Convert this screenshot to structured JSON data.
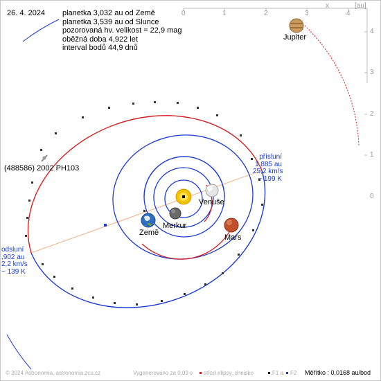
{
  "date": "26. 4. 2024",
  "info_lines": [
    "planetka 3,032 au od Země",
    "planetka 3,539 au od Slunce",
    "pozorovaná hv. velikost = 22,9 mag",
    "oběžná doba 4,922 let",
    "interval bodů 44,9 dnů"
  ],
  "asteroid_name": "(488586) 2002 PH103",
  "planets": {
    "venus": "Venuše",
    "mercury": "Merkur",
    "earth": "Země",
    "mars": "Mars",
    "jupiter": "Jupiter"
  },
  "perihelion": {
    "title": "přísluní",
    "distance": "1,885 au",
    "speed": "25,2 km/s",
    "temperature": "~ 199 K"
  },
  "aphelion": {
    "title": "odsluní",
    "distance": ",902 au",
    "speed": "2,2 km/s",
    "temperature": "~ 139 K"
  },
  "axis": {
    "x_ticks": [
      "0",
      "1",
      "2",
      "3",
      "4"
    ],
    "y_ticks": [
      "4",
      "3",
      "2",
      "1",
      "0"
    ],
    "x_label": "x",
    "unit": "[au]"
  },
  "footer": {
    "copyright": "© 2024 Astronomia, astronomia.zcu.cz",
    "generated": "Vygenerováno za 0,09 s",
    "legend_center": "střed elipsy, ohnisko",
    "legend_f1": "F1 a",
    "legend_f2": "F2",
    "scale": "Měřítko : 0,0168 au/bod"
  },
  "colors": {
    "orbit_red": "#d42020",
    "orbit_blue": "#1b3bd6",
    "apsis_line": "#f2b28a",
    "sun": "#f5c400"
  }
}
